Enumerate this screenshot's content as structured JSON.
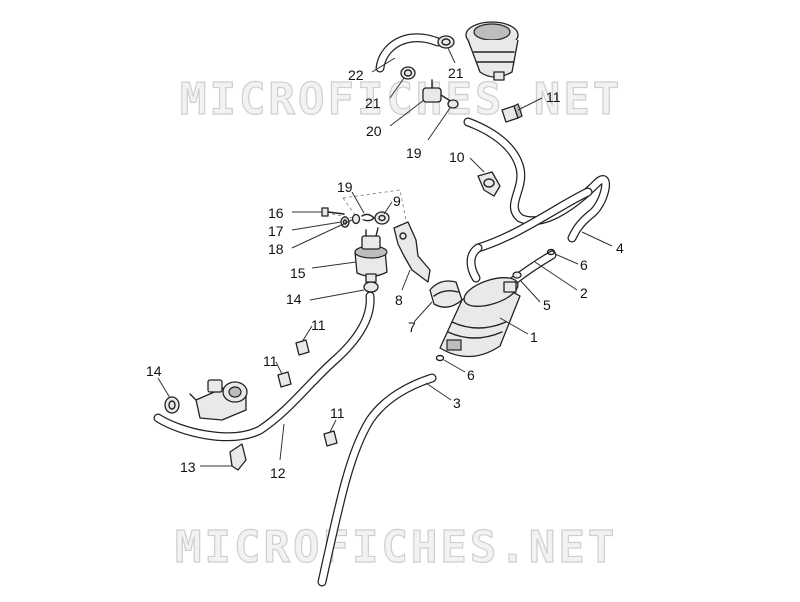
{
  "watermark": "MICROFICHES.NET",
  "callouts": [
    "22",
    "21",
    "21",
    "11",
    "20",
    "19",
    "10",
    "19",
    "9",
    "16",
    "17",
    "18",
    "15",
    "4",
    "6",
    "8",
    "2",
    "14",
    "5",
    "7",
    "11",
    "1",
    "11",
    "6",
    "14",
    "3",
    "11",
    "12",
    "13"
  ]
}
